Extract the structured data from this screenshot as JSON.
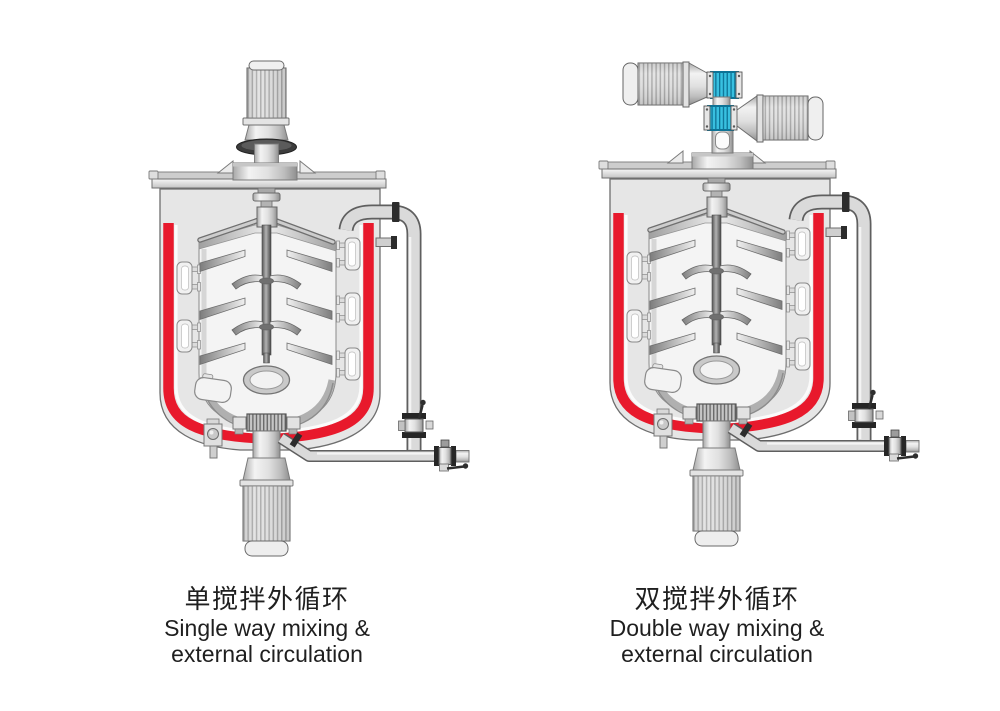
{
  "figures": [
    {
      "id": "single",
      "caption_zh": "单搅拌外循环",
      "caption_en_line1": "Single way mixing &",
      "caption_en_line2": "external circulation",
      "top_motor_count": 1
    },
    {
      "id": "double",
      "caption_zh": "双搅拌外循环",
      "caption_en_line1": "Double way mixing &",
      "caption_en_line2": "external circulation",
      "top_motor_count": 2
    }
  ],
  "colors": {
    "jacket_red": "#e8192c",
    "coupling_blue": "#38c0e0",
    "coupling_blue_dark": "#0d7396",
    "steel_light": "#f2f2f2",
    "steel_dark": "#8f8f8f",
    "outline": "#5f5f5f",
    "text_color": "#1f1f1f",
    "background": "#ffffff"
  }
}
